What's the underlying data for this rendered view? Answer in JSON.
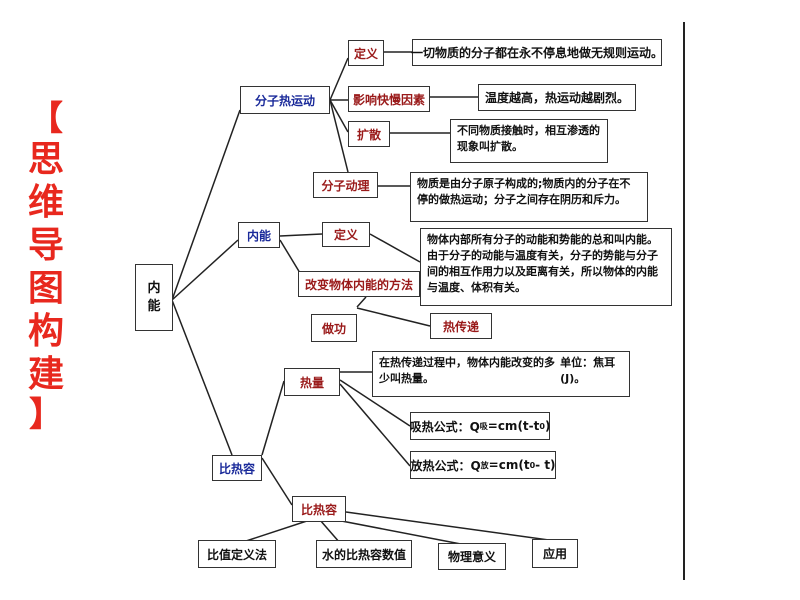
{
  "side_title": {
    "open": "【",
    "chars": [
      "思",
      "维",
      "导",
      "图",
      "构",
      "建"
    ],
    "close": "】"
  },
  "root": {
    "line1": "内",
    "line2": "能"
  },
  "branches": {
    "thermal_motion": "分子热运动",
    "internal_energy": "内能",
    "specific_heat_top": "比热容"
  },
  "thermal_motion": {
    "definition_label": "定义",
    "definition_text": "一切物质的分子都在永不停息地做无规则运动。",
    "factor_label": "影响快慢因素",
    "factor_text": "温度越高，热运动越剧烈。",
    "diffusion_label": "扩散",
    "diffusion_text": "不同物质接触时，相互渗透的现象叫扩散。",
    "molecular_theory_label": "分子动理",
    "molecular_theory_text": "物质是由分子原子构成的;物质内的分子在不停的做热运动；分子之间存在阴历和斥力。"
  },
  "internal_energy": {
    "definition_label": "定义",
    "definition_text": "物体内部所有分子的动能和势能的总和叫内能。由于分子的动能与温度有关，分子的势能与分子间的相互作用力以及距离有关，所以物体的内能与温度、体积有关。",
    "change_methods_label": "改变物体内能的方法",
    "work_label": "做功",
    "heat_transfer_label": "热传递"
  },
  "specific_heat": {
    "heat_label": "热量",
    "heat_text_1": "在热传递过程中，物体内能改变的多少叫热量。",
    "heat_text_2": "单位：焦耳(J)。",
    "absorb_formula": {
      "prefix": "吸热公式：Q",
      "sub1": "吸",
      "mid": "=cm(t-t",
      "sub2": "0",
      "suffix": ")"
    },
    "release_formula": {
      "prefix": "放热公式：Q",
      "sub1": "放",
      "mid": "=cm(t",
      "sub2": "0",
      "suffix": "- t)"
    },
    "shc_label": "比热容",
    "children": [
      "比值定义法",
      "水的比热容数值",
      "物理意义",
      "应用"
    ]
  }
}
